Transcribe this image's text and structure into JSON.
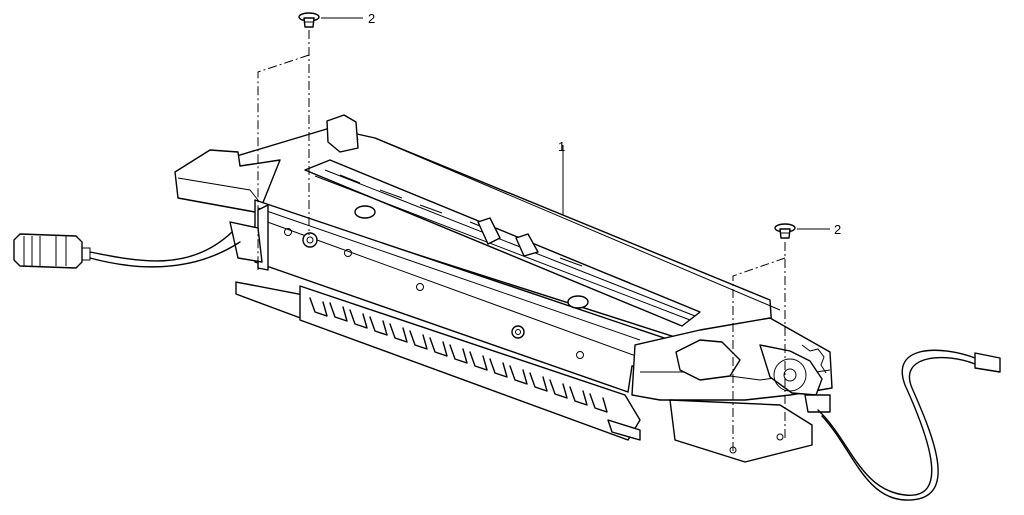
{
  "callouts": {
    "fuser_unit": "1",
    "screw_left": "2",
    "screw_right": "2"
  }
}
